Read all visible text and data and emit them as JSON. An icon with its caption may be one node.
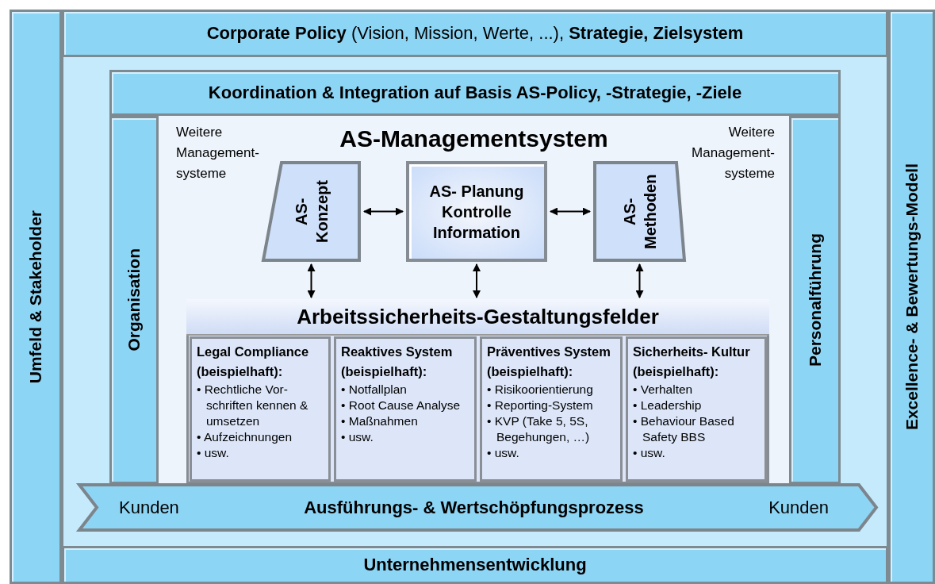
{
  "diagram": {
    "nodes": [
      {
        "text": [
          "Umfeld & Stakeholder"
        ]
      },
      {
        "text": [
          "**Corporate Policy** (Vision, Mission, Werte, ...), **Strategie, Zielsystem**"
        ]
      },
      {
        "text": [
          "Excellence- & Bewertungs-Modell"
        ]
      },
      {
        "text": [
          "Unternehmensentwicklung"
        ]
      },
      {
        "text": [
          "Koordination & Integration auf Basis AS-Policy, -Strategie, -Ziele"
        ]
      },
      {
        "text": [
          "Organisation"
        ]
      },
      {
        "text": [
          "Personalführung"
        ]
      },
      {
        "text": [
          "Weitere Management- systeme",
          "AS-Managementsystem",
          "Weitere Management- systeme"
        ]
      },
      {
        "text": [
          "AS- Konzept"
        ],
        "in": 7
      },
      {
        "text": [
          "AS- Planung Kontrolle Information"
        ],
        "in": 7
      },
      {
        "text": [
          "AS- Methoden"
        ],
        "in": 7
      },
      {
        "text": [
          "Arbeitssicherheits-Gestaltungsfelder"
        ],
        "in": 7
      },
      {
        "text": [
          "Legal Compliance (beispielhaft):",
          "• Rechtliche Vor- schriften kennen & umsetzen",
          "• Aufzeichnungen",
          "• usw."
        ],
        "in": 11
      },
      {
        "text": [
          "Reaktives System (beispielhaft):",
          "• Notfallplan",
          "• Root Cause Analyse",
          "• Maßnahmen",
          "• usw."
        ],
        "in": 11
      },
      {
        "text": [
          "Präventives System (beispielhaft):",
          "• Risikoorientierung",
          "• Reporting-System",
          "• KVP (Take 5, 5S, Begehungen, …)",
          "• usw."
        ],
        "in": 11
      },
      {
        "text": [
          "Sicherheits- Kultur (beispielhaft):",
          "• Verhalten",
          "• Leadership",
          "• Behaviour Based Safety BBS",
          "• usw."
        ],
        "in": 11
      },
      {
        "text": [
          "Kunden",
          "Ausführungs- & Wertschöpfungsprozess",
          "Kunden"
        ]
      }
    ],
    "edges": [
      {
        "from": 8,
        "to": 9,
        "arrow": "both"
      },
      {
        "from": 9,
        "to": 10,
        "arrow": "both"
      },
      {
        "from": 8,
        "to": 11,
        "arrow": "both"
      },
      {
        "from": 9,
        "to": 11,
        "arrow": "both"
      },
      {
        "from": 10,
        "to": 11,
        "arrow": "both"
      }
    ]
  }
}
